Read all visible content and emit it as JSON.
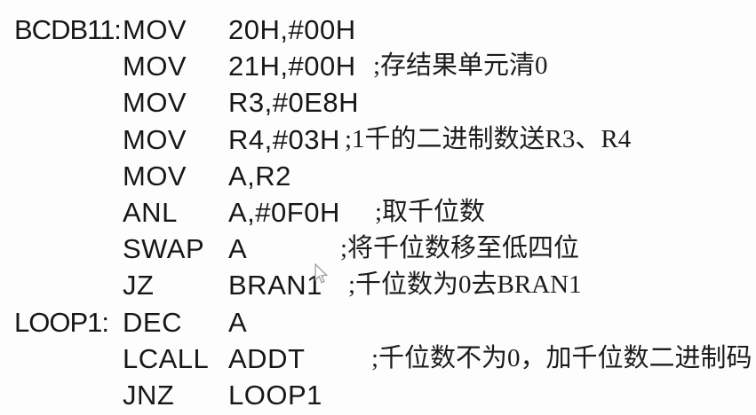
{
  "page": {
    "background_color": "#fdfdfd",
    "text_color": "#171717"
  },
  "code": {
    "lines": [
      {
        "label": "BCDB11:",
        "mnemonic": "MOV",
        "operand": "20H,#00H",
        "comment": ""
      },
      {
        "label": "",
        "mnemonic": "MOV",
        "operand": "21H,#00H",
        "comment": ";存结果单元清0"
      },
      {
        "label": "",
        "mnemonic": "MOV",
        "operand": "R3,#0E8H",
        "comment": ""
      },
      {
        "label": "",
        "mnemonic": "MOV",
        "operand": "R4,#03H",
        "comment": ";1千的二进制数送R3、R4"
      },
      {
        "label": "",
        "mnemonic": "MOV",
        "operand": "A,R2",
        "comment": ""
      },
      {
        "label": "",
        "mnemonic": "ANL",
        "operand": "A,#0F0H",
        "comment": ";取千位数"
      },
      {
        "label": "",
        "mnemonic": "SWAP",
        "operand": "A",
        "comment": ";将千位数移至低四位"
      },
      {
        "label": "",
        "mnemonic": "JZ",
        "operand": "BRAN1",
        "comment": ";千位数为0去BRAN1"
      },
      {
        "label": "LOOP1:",
        "mnemonic": "DEC",
        "operand": "A",
        "comment": ""
      },
      {
        "label": "",
        "mnemonic": "LCALL",
        "operand": "ADDT",
        "comment": ";千位数不为0，加千位数二进制码"
      },
      {
        "label": "",
        "mnemonic": "JNZ",
        "operand": "LOOP1",
        "comment": ""
      }
    ]
  },
  "cursor": {
    "type": "arrow-pointer"
  }
}
